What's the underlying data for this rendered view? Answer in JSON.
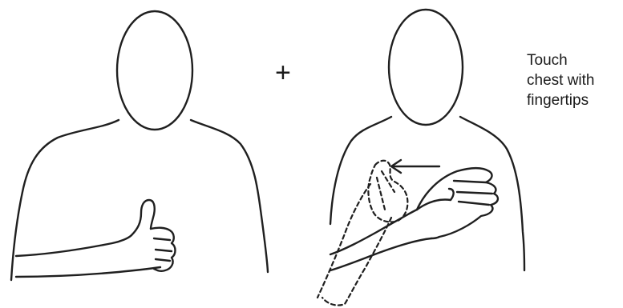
{
  "signs": {
    "operator": "+",
    "instruction_lines": [
      "Touch",
      "chest with",
      "fingertips"
    ]
  },
  "figures": [
    {
      "id": "figure-1",
      "handshape": "thumbs-up"
    },
    {
      "id": "figure-2",
      "handshape": "flat-hand-touch-chest"
    }
  ],
  "colors": {
    "line": "#1f1f1f",
    "background": "#ffffff"
  }
}
